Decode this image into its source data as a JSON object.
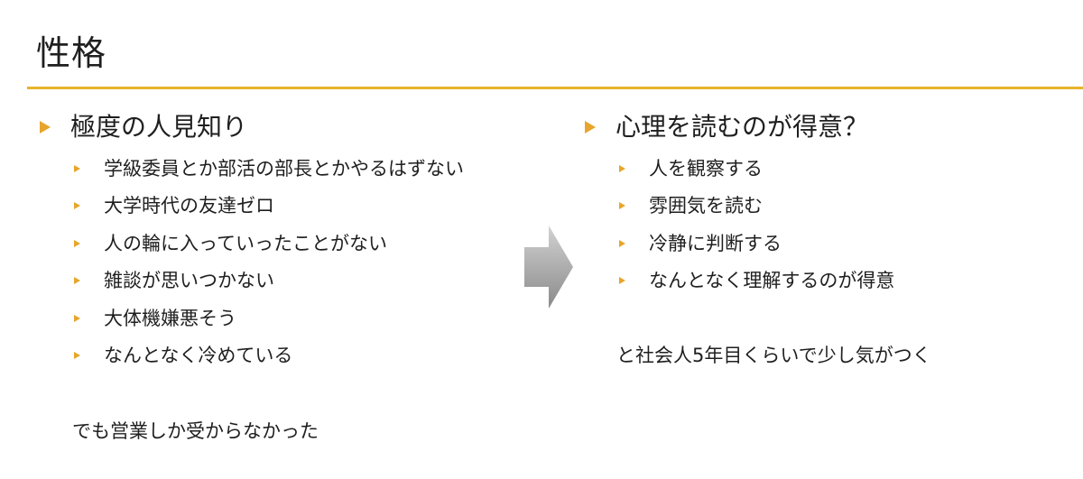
{
  "slide": {
    "title": "性格"
  },
  "left": {
    "heading": "極度の人見知り",
    "items": [
      "学級委員とか部活の部長とかやるはずない",
      "大学時代の友達ゼロ",
      "人の輪に入っていったことがない",
      "雑談が思いつかない",
      "大体機嫌悪そう",
      "なんとなく冷めている"
    ],
    "note": "でも営業しか受からなかった"
  },
  "right": {
    "heading": "心理を読むのが得意？",
    "items": [
      "人を観察する",
      "雰囲気を読む",
      "冷静に判断する",
      "なんとなく理解するのが得意"
    ],
    "note": "と社会人5年目くらいで少し気がつく"
  },
  "colors": {
    "accent": "#e7b32b",
    "bullet": "#e7a52b",
    "arrow_light": "#cfcfcf",
    "arrow_dark": "#8c8c8c"
  },
  "icons": {
    "bullet": "triangle-bullet-icon",
    "transition": "right-arrow-icon"
  }
}
